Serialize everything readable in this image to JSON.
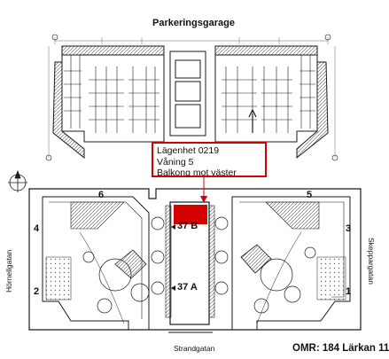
{
  "title": "Parkeringsgarage",
  "callout": {
    "line1": "Lägenhet 0219",
    "line2": "Våning 5",
    "line3": "Balkong mot väster"
  },
  "buildings": {
    "b1": "1",
    "b2": "2",
    "b3": "3",
    "b4": "4",
    "b5": "5",
    "b6": "6",
    "b37a": "37 A",
    "b37b": "37 B"
  },
  "streets": {
    "west": "Hörnellgatan",
    "east": "Skeppargatan",
    "south": "Strandgatan"
  },
  "footer": "OMR: 184 Lärkan 11",
  "colors": {
    "highlight": "#d40000",
    "line": "#1a1a1a",
    "hatch": "#555555"
  }
}
